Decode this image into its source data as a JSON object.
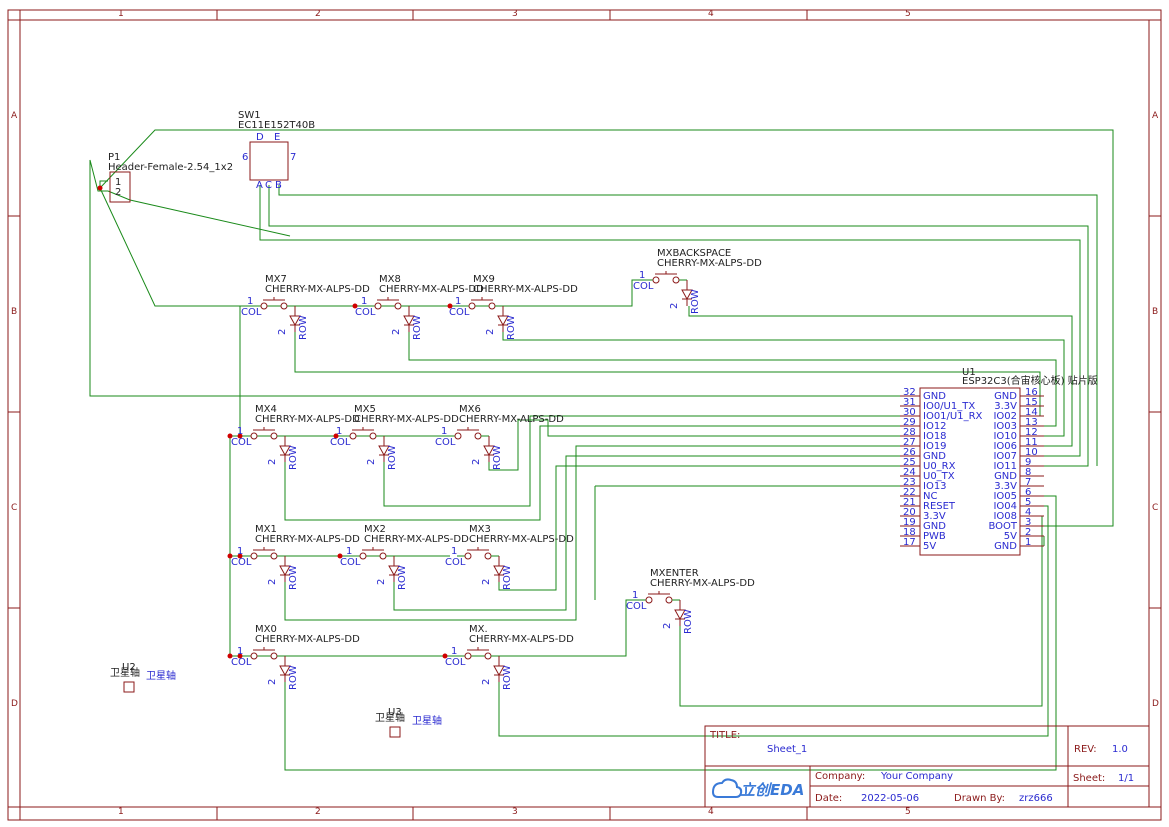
{
  "sheet": {
    "zones_cols": [
      "1",
      "2",
      "3",
      "4",
      "5"
    ],
    "zones_rows": [
      "A",
      "B",
      "C",
      "D"
    ]
  },
  "title_block": {
    "title_label": "TITLE:",
    "title_value": "Sheet_1",
    "rev_label": "REV:",
    "rev_value": "1.0",
    "company_label": "Company:",
    "company_value": "Your Company",
    "sheet_label": "Sheet:",
    "sheet_value": "1/1",
    "date_label": "Date:",
    "date_value": "2022-05-06",
    "drawn_label": "Drawn By:",
    "drawn_value": "zrz666",
    "logo_text": "立创EDA"
  },
  "p1": {
    "ref": "P1",
    "value": "Header-Female-2.54_1x2",
    "pin1": "1",
    "pin2": "2"
  },
  "sw1": {
    "ref": "SW1",
    "value": "EC11E152T40B",
    "p6": "6",
    "p7": "7",
    "pD": "D",
    "pE": "E",
    "pA": "A",
    "pC": "C",
    "pB": "B"
  },
  "u1": {
    "ref": "U1",
    "value": "ESP32C3(合宙核心板) 贴片版",
    "left_pins": [
      {
        "num": "32",
        "name": "GND"
      },
      {
        "num": "31",
        "name": "IO0/U1_TX"
      },
      {
        "num": "30",
        "name": "IO01/U1_RX"
      },
      {
        "num": "29",
        "name": "IO12"
      },
      {
        "num": "28",
        "name": "IO18"
      },
      {
        "num": "27",
        "name": "IO19"
      },
      {
        "num": "26",
        "name": "GND"
      },
      {
        "num": "25",
        "name": "U0_RX"
      },
      {
        "num": "24",
        "name": "U0_TX"
      },
      {
        "num": "23",
        "name": "IO13"
      },
      {
        "num": "22",
        "name": "NC"
      },
      {
        "num": "21",
        "name": "RESET"
      },
      {
        "num": "20",
        "name": "3.3V"
      },
      {
        "num": "19",
        "name": "GND"
      },
      {
        "num": "18",
        "name": "PWB"
      },
      {
        "num": "17",
        "name": "5V"
      }
    ],
    "right_pins": [
      {
        "num": "16",
        "name": "GND"
      },
      {
        "num": "15",
        "name": "3.3V"
      },
      {
        "num": "14",
        "name": "IO02"
      },
      {
        "num": "13",
        "name": "IO03"
      },
      {
        "num": "12",
        "name": "IO10"
      },
      {
        "num": "11",
        "name": "IO06"
      },
      {
        "num": "10",
        "name": "IO07"
      },
      {
        "num": "9",
        "name": "IO11"
      },
      {
        "num": "8",
        "name": "GND"
      },
      {
        "num": "7",
        "name": "3.3V"
      },
      {
        "num": "6",
        "name": "IO05"
      },
      {
        "num": "5",
        "name": "IO04"
      },
      {
        "num": "4",
        "name": "IO08"
      },
      {
        "num": "3",
        "name": "BOOT"
      },
      {
        "num": "2",
        "name": "5V"
      },
      {
        "num": "1",
        "name": "GND"
      }
    ]
  },
  "switches": [
    {
      "ref": "MX7",
      "value": "CHERRY-MX-ALPS-DD"
    },
    {
      "ref": "MX8",
      "value": "CHERRY-MX-ALPS-DD"
    },
    {
      "ref": "MX9",
      "value": "CHERRY-MX-ALPS-DD"
    },
    {
      "ref": "MXBACKSPACE",
      "value": "CHERRY-MX-ALPS-DD"
    },
    {
      "ref": "MX4",
      "value": "CHERRY-MX-ALPS-DD"
    },
    {
      "ref": "MX5",
      "value": "CHERRY-MX-ALPS-DD"
    },
    {
      "ref": "MX6",
      "value": "CHERRY-MX-ALPS-DD"
    },
    {
      "ref": "MX1",
      "value": "CHERRY-MX-ALPS-DD"
    },
    {
      "ref": "MX2",
      "value": "CHERRY-MX-ALPS-DD"
    },
    {
      "ref": "MX3",
      "value": "CHERRY-MX-ALPS-DD"
    },
    {
      "ref": "MXENTER",
      "value": "CHERRY-MX-ALPS-DD"
    },
    {
      "ref": "MX0",
      "value": "CHERRY-MX-ALPS-DD"
    },
    {
      "ref": "MX.",
      "value": "CHERRY-MX-ALPS-DD"
    }
  ],
  "switch_pins": {
    "col": "COL",
    "row": "ROW",
    "p1": "1",
    "p2": "2"
  },
  "u2": {
    "ref": "U2",
    "value": "卫星轴",
    "name": "卫星轴"
  },
  "u3": {
    "ref": "U3",
    "value": "卫星轴",
    "name": "卫星轴"
  }
}
